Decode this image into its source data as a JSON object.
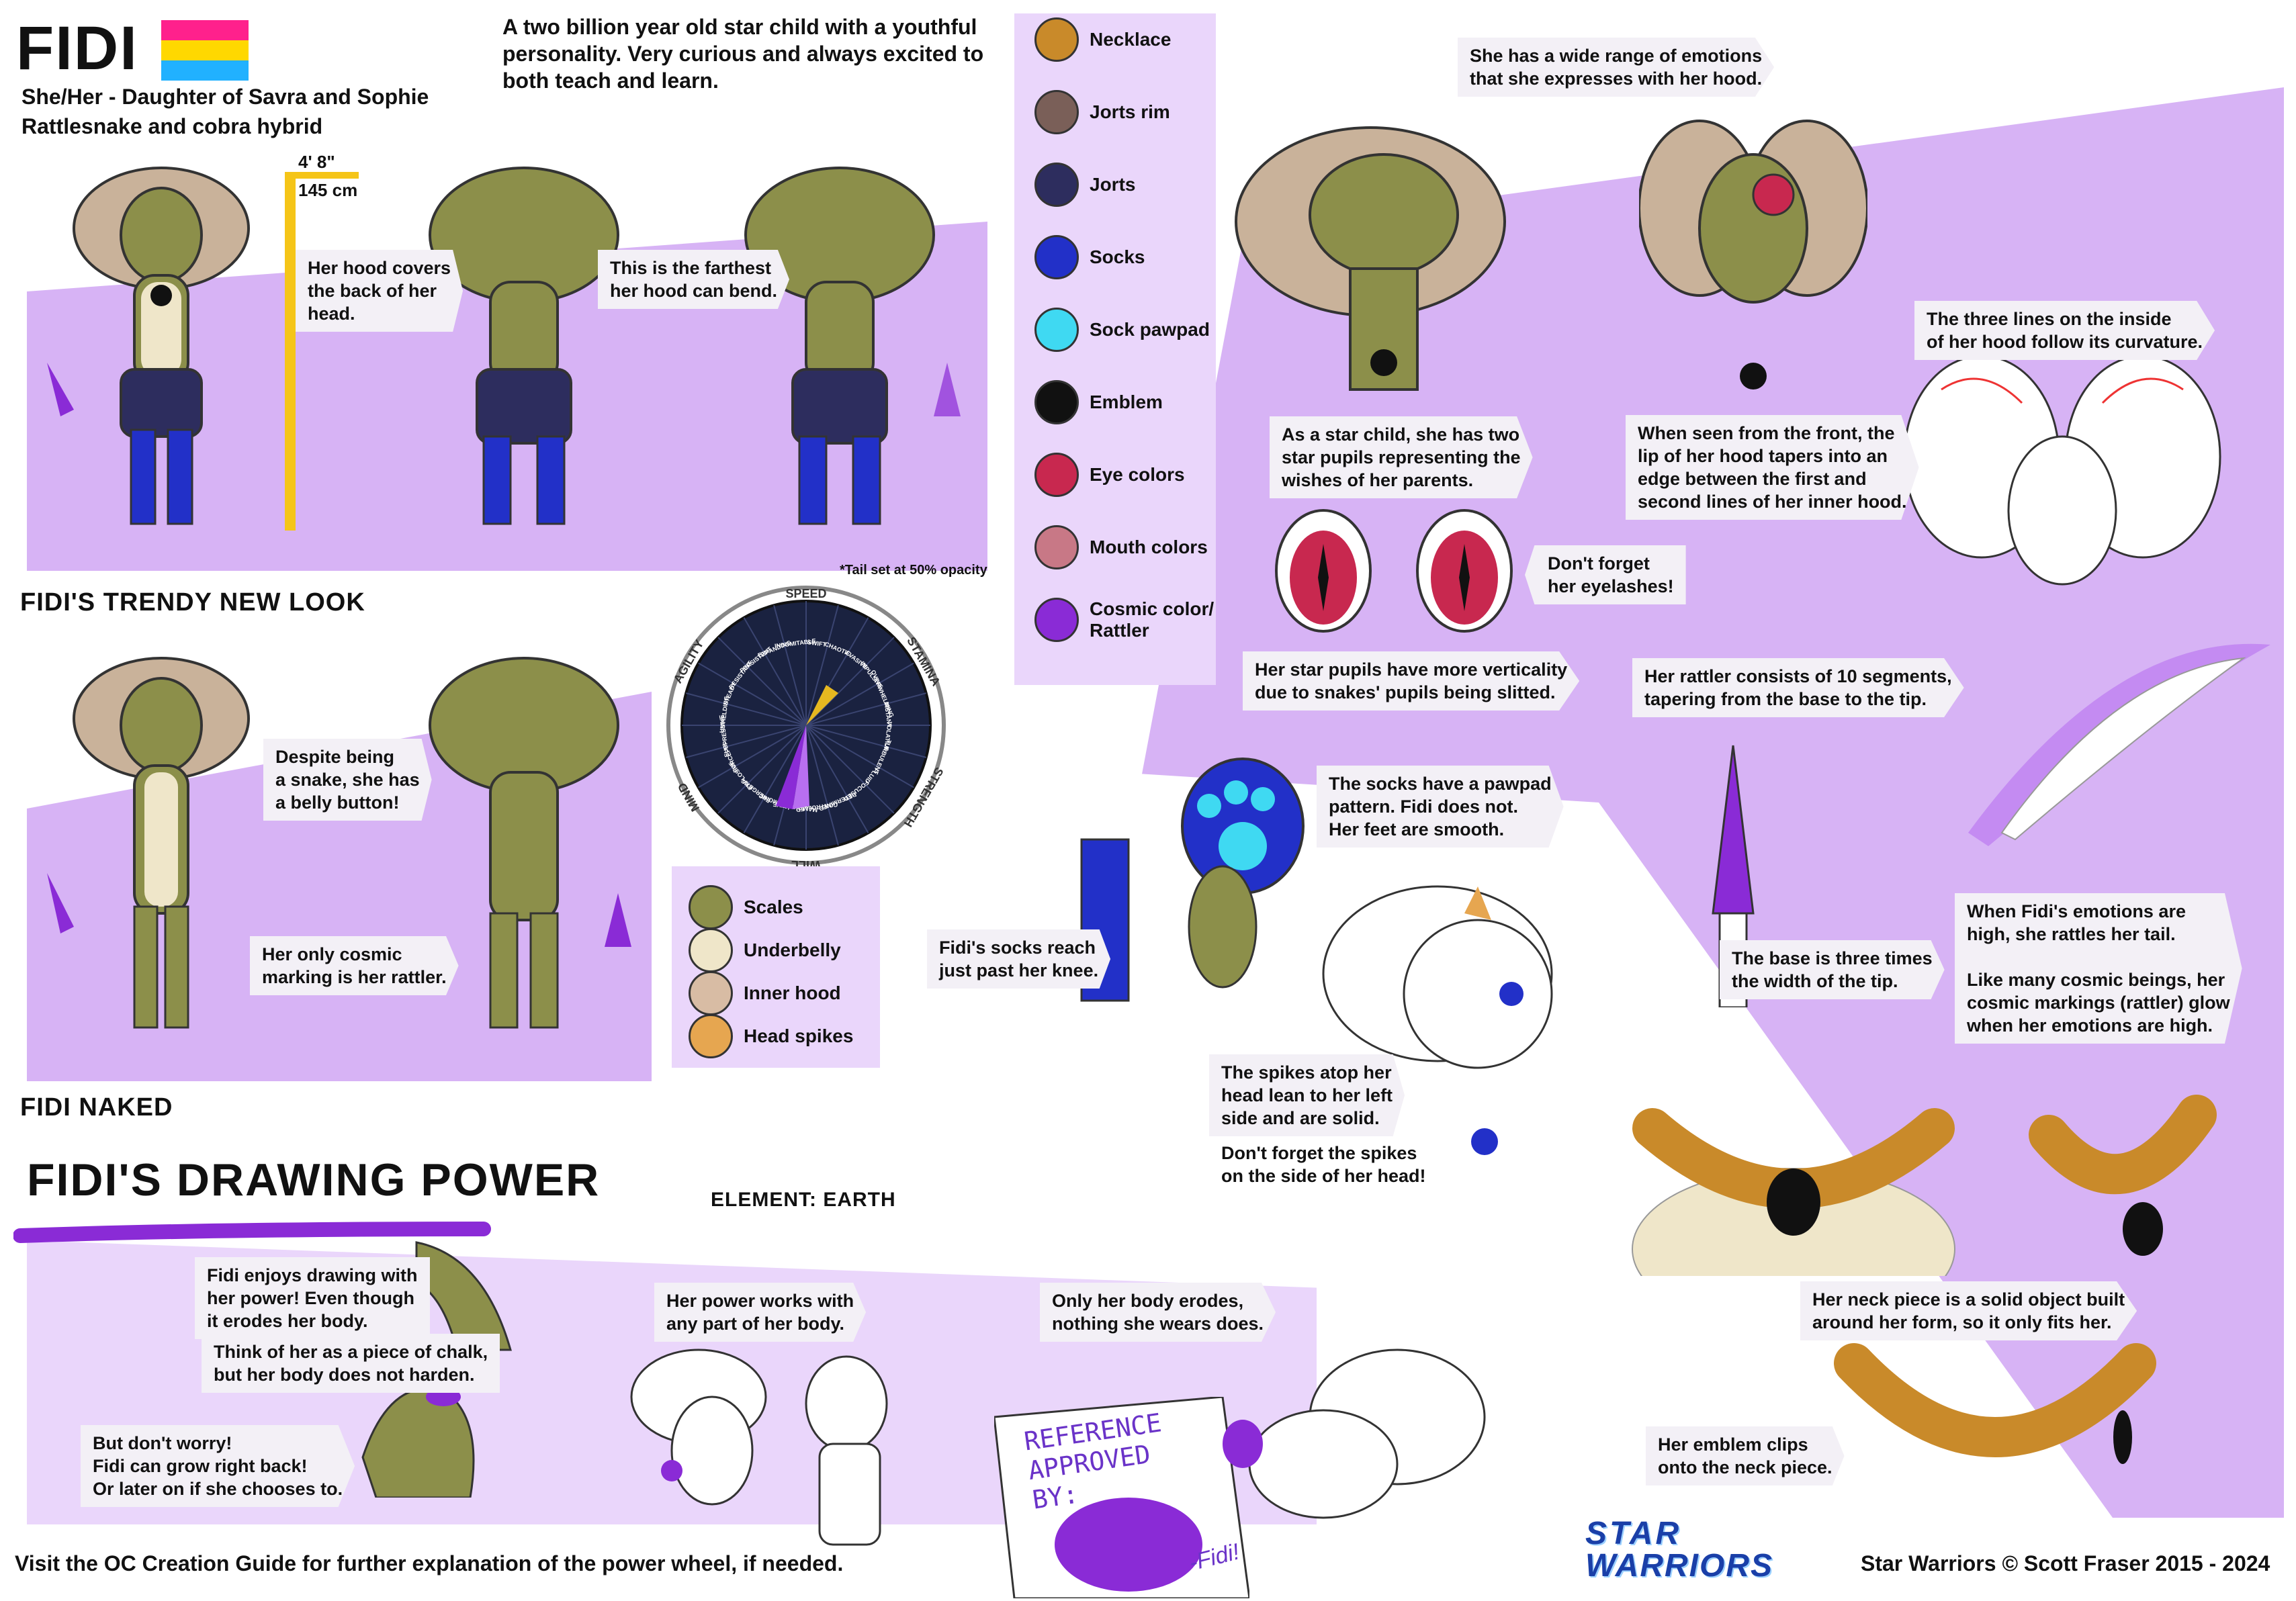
{
  "header": {
    "name": "FIDI",
    "pronouns": "She/Her - Daughter of Savra and Sophie",
    "species": "Rattlesnake and cobra hybrid",
    "description": "A two billion year old star child with a youthful personality. Very curious and always excited to both teach and learn."
  },
  "height": {
    "imperial": "4' 8\"",
    "metric": "145 cm"
  },
  "sections": {
    "new_look": "FIDI'S TRENDY NEW LOOK",
    "naked": "FIDI NAKED",
    "power": "FIDI'S DRAWING POWER",
    "element": "ELEMENT: EARTH"
  },
  "callouts": {
    "hood_back": "Her hood covers\nthe back of her\nhead.",
    "hood_bend": "This is the farthest\nher hood can bend.",
    "tail_note": "*Tail set at 50% opacity",
    "belly": "Despite being\na snake, she has\na belly button!",
    "marking": "Her only cosmic\nmarking is her rattler.",
    "emotions": "She has a wide range of emotions\nthat she expresses with her hood.",
    "star_pupils": "As a star child, she has two\nstar pupils representing the\nwishes of her parents.",
    "eyelashes": "Don't forget\nher eyelashes!",
    "verticality": "Her star pupils have more verticality\ndue to snakes' pupils being slitted.",
    "three_lines": "The three lines on the inside\nof her hood follow its curvature.",
    "hood_front": "When seen from the front, the\nlip of her hood tapers into an\nedge between the first and\nsecond lines of her inner hood.",
    "rattler": "Her rattler consists of 10 segments,\ntapering from the base to the tip.",
    "socks_pawpad": "The socks have a pawpad\npattern. Fidi does not.\nHer feet are smooth.",
    "socks_knee": "Fidi's socks reach\njust past her knee.",
    "base_tip": "The base is three times\nthe width of the tip.",
    "rattle_emotion": "When Fidi's emotions are\nhigh, she rattles her tail.\n\nLike many cosmic beings, her\ncosmic markings (rattler) glow\nwhen her emotions are high.",
    "spikes": "The spikes atop her\nhead lean to her left\nside and are solid.",
    "spikes_side": "Don't forget the spikes\non the side of her head!",
    "neck_piece": "Her neck piece is a solid object built\naround her form, so it only fits her.",
    "emblem_clip": "Her emblem clips\nonto the neck piece.",
    "drawing_power": "Fidi enjoys drawing with\nher power! Even though\nit erodes her body.",
    "chalk": "Think of her as a piece of chalk,\nbut her body does not harden.",
    "dont_worry": "But don't worry!\nFidi can grow right back!\nOr later on if she chooses to.",
    "any_part": "Her power works with\nany part of her body.",
    "only_body": "Only her body erodes,\nnothing she wears does.",
    "sign": "REFERENCE\nAPPROVED\nBY:",
    "sign_by": "-Fidi!"
  },
  "legend_top": [
    {
      "label": "Necklace",
      "color": "#c98a2a"
    },
    {
      "label": "Jorts rim",
      "color": "#7a5f58"
    },
    {
      "label": "Jorts",
      "color": "#2d2d5e"
    },
    {
      "label": "Socks",
      "color": "#2230c8"
    },
    {
      "label": "Sock pawpad",
      "color": "#3fd9f2"
    },
    {
      "label": "Emblem",
      "color": "#111111"
    },
    {
      "label": "Eye colors",
      "color": "#c8284f"
    },
    {
      "label": "Mouth colors",
      "color": "#c87886"
    },
    {
      "label": "Cosmic color/\nRattler",
      "color": "#8a2bd6"
    }
  ],
  "legend_bottom": [
    {
      "label": "Scales",
      "color": "#8c8f4a"
    },
    {
      "label": "Underbelly",
      "color": "#efe6c9"
    },
    {
      "label": "Inner hood",
      "color": "#d8bca4"
    },
    {
      "label": "Head spikes",
      "color": "#e6a650"
    }
  ],
  "power_wheel": {
    "axes": [
      "SPEED",
      "STAMINA",
      "STRENGTH",
      "WILL",
      "MIND",
      "AGILITY"
    ],
    "inner_labels": [
      "SWIFT",
      "CHAOTIC",
      "EVASIVE",
      "IMPULSIVE",
      "OVERWHELMING",
      "INSTANT",
      "VOLATILE",
      "TURBULENT",
      "FLUID",
      "FOCUSED",
      "DETERMINED",
      "CONTROLLED",
      "MANIPULATIVE",
      "HARMONIC",
      "ENERGETIC",
      "EXPLOSIVE",
      "FORCEFUL",
      "SUPPRESSIVE",
      "UNYIELDING",
      "STEADY",
      "RESISTANT",
      "PERSISTENT",
      "EXPANDING",
      "INDOMITABLE"
    ]
  },
  "footer": {
    "guide": "Visit the OC Creation Guide for further explanation of the power wheel, if needed.",
    "logo_top": "STAR",
    "logo_bottom": "WARRIORS",
    "copyright": "Star Warriors © Scott Fraser 2015 - 2024"
  },
  "colors": {
    "panel": "#d7b3f5",
    "panel_light": "#ead6fb",
    "cosmic": "#8a2bd6",
    "height_bar": "#f5c518"
  }
}
